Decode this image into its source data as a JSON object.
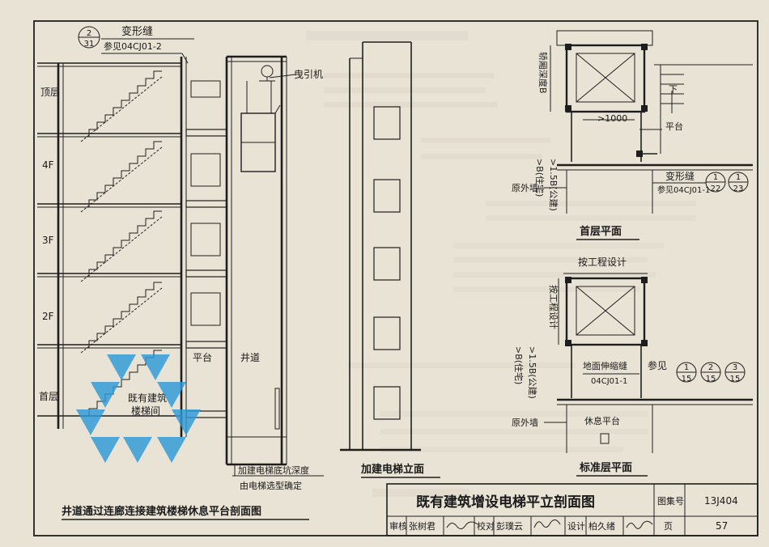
{
  "labels": {
    "joint_circle_num": "2",
    "joint_circle_den": "31",
    "joint_title": "变形缝",
    "joint_ref": "参见04CJ01-2",
    "floor_top": "顶层",
    "floor_4": "4F",
    "floor_3": "3F",
    "floor_2": "2F",
    "floor_1": "首层",
    "machine": "曳引机",
    "platform": "平台",
    "shaft": "井道",
    "existing_stair": "既有建筑楼梯间",
    "pit_depth": "加建电梯底坑深度",
    "pit_note": "由电梯选型确定",
    "title_section": "井道通过连廊连接建筑楼梯休息平台剖面图",
    "title_elevation": "加建电梯立面",
    "cabin_depth": "轿厢深度B",
    "width_1000": ">1000",
    "down": "下",
    "platform_plan": "平台",
    "depth_res_1": ">B(住宅)",
    "depth_pub_1": ">1.5B(公建)",
    "outer_wall_1": "原外墙",
    "joint_title_2": "变形缝",
    "joint_ref_2": "参见04CJ01-1",
    "ref_a_num": "1",
    "ref_a_den": "22",
    "ref_b_num": "1",
    "ref_b_den": "23",
    "title_ground": "首层平面",
    "by_design_top": "按工程设计",
    "by_design_side": "按工程设计",
    "depth_res_2": ">B(住宅)",
    "depth_pub_2": ">1.5B(公建)",
    "floor_joint": "地面伸缩缝",
    "floor_joint_ref": "04CJ01-1",
    "see_ref": "参见",
    "ref_c_num": "1",
    "ref_c_den": "15",
    "ref_d_num": "2",
    "ref_d_den": "15",
    "ref_e_num": "3",
    "ref_e_den": "15",
    "outer_wall_2": "原外墙",
    "rest_platform": "休息平台",
    "title_typical": "标准层平面"
  },
  "title_block": {
    "main_title": "既有建筑增设电梯平立剖面图",
    "atlas_label": "图集号",
    "atlas_no": "13J404",
    "review_label": "审核",
    "reviewer": "张树君",
    "check_label": "校对",
    "checker": "彭璞云",
    "design_label": "设计",
    "designer": "柏久绪",
    "page_label": "页",
    "page_no": "57"
  },
  "colors": {
    "paper": "#e9e3d6",
    "ink": "#1e1e1e",
    "watermark": "#2e9ad8"
  }
}
